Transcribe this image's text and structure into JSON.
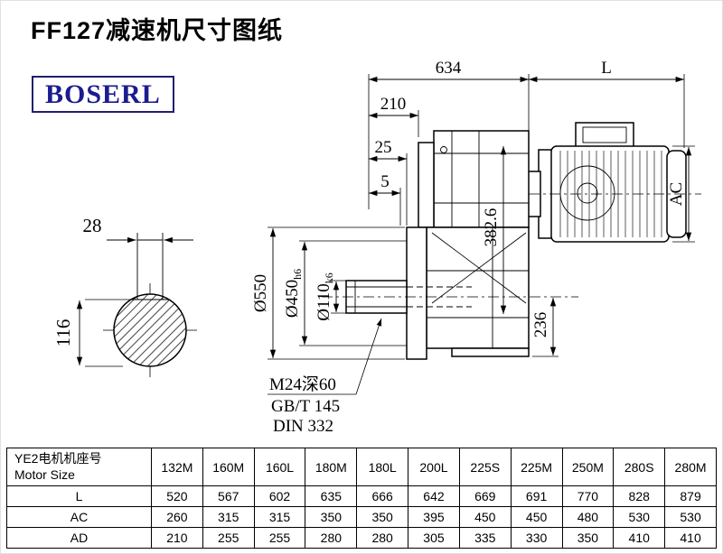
{
  "title": "FF127减速机尺寸图纸",
  "brand": "BOSERL",
  "drawing": {
    "dim_634": "634",
    "dim_L": "L",
    "dim_210": "210",
    "dim_25": "25",
    "dim_5": "5",
    "dim_AC": "AC",
    "dim_550": "Ø550",
    "dim_450_main": "Ø450",
    "dim_450_sub": "h6",
    "dim_110_main": "Ø110",
    "dim_110_sub": "k6",
    "dim_382_6": "382.6",
    "dim_236": "236",
    "dim_28": "28",
    "dim_116": "116",
    "note_1": "M24深60",
    "note_2": "GB/T 145",
    "note_3": "DIN 332"
  },
  "table": {
    "header_cn": "YE2电机机座号",
    "header_en": "Motor Size",
    "columns": [
      "132M",
      "160M",
      "160L",
      "180M",
      "180L",
      "200L",
      "225S",
      "225M",
      "250M",
      "280S",
      "280M"
    ],
    "rows": [
      {
        "label": "L",
        "values": [
          "520",
          "567",
          "602",
          "635",
          "666",
          "642",
          "669",
          "691",
          "770",
          "828",
          "879"
        ]
      },
      {
        "label": "AC",
        "values": [
          "260",
          "315",
          "315",
          "350",
          "350",
          "395",
          "450",
          "450",
          "480",
          "530",
          "530"
        ]
      },
      {
        "label": "AD",
        "values": [
          "210",
          "255",
          "255",
          "280",
          "280",
          "305",
          "335",
          "330",
          "350",
          "410",
          "410"
        ]
      }
    ]
  }
}
